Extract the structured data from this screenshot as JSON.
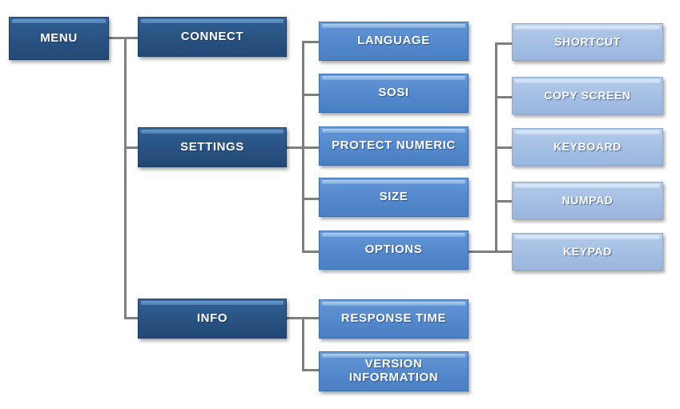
{
  "diagram": {
    "title": "MENU",
    "root": {
      "label": "MENU",
      "style": "dark"
    },
    "level2": [
      {
        "label": "CONNECT",
        "style": "dark"
      },
      {
        "label": "SETTINGS",
        "style": "dark"
      },
      {
        "label": "INFO",
        "style": "dark"
      }
    ],
    "settings_children": [
      {
        "label": "LANGUAGE",
        "style": "mid"
      },
      {
        "label": "SOSI",
        "style": "mid"
      },
      {
        "label": "PROTECT NUMERIC",
        "style": "mid"
      },
      {
        "label": "SIZE",
        "style": "mid"
      },
      {
        "label": "OPTIONS",
        "style": "mid"
      }
    ],
    "options_children": [
      {
        "label": "SHORTCUT",
        "style": "light"
      },
      {
        "label": "COPY SCREEN",
        "style": "light"
      },
      {
        "label": "KEYBOARD",
        "style": "light"
      },
      {
        "label": "NUMPAD",
        "style": "light"
      },
      {
        "label": "KEYPAD",
        "style": "light"
      }
    ],
    "info_children": [
      {
        "label": "RESPONSE TIME",
        "style": "mid"
      },
      {
        "label": "VERSION INFORMATION",
        "style": "mid",
        "line1": "VERSION",
        "line2": "INFORMATION"
      }
    ],
    "colors": {
      "connector": "#7f7f7f",
      "dark_node": "#2e5b8d",
      "mid_node": "#5287cb",
      "light_node": "#a2bde3",
      "text": "#ffffff",
      "background": "#ffffff"
    }
  }
}
